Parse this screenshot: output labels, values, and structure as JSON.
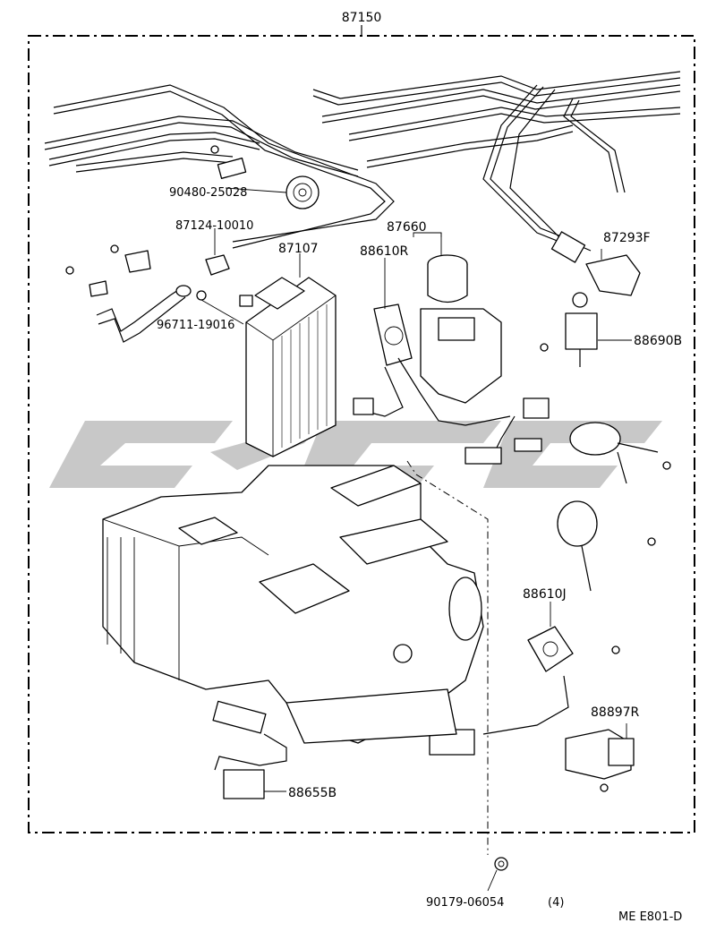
{
  "labels": {
    "assembly": "87150",
    "p1": "90480-25028",
    "p2": "87124-10010",
    "p3": "87107",
    "p4": "96711-19016",
    "p5": "87660",
    "p6": "88610R",
    "p7": "87293F",
    "p8": "88690B",
    "p9": "88610J",
    "p10": "88897R",
    "p11": "88655B",
    "p12": "90179-06054",
    "p12_qty": "(4)",
    "figure_code": "ME  E801-D"
  },
  "watermark": {
    "color": "#c8c8c8"
  }
}
